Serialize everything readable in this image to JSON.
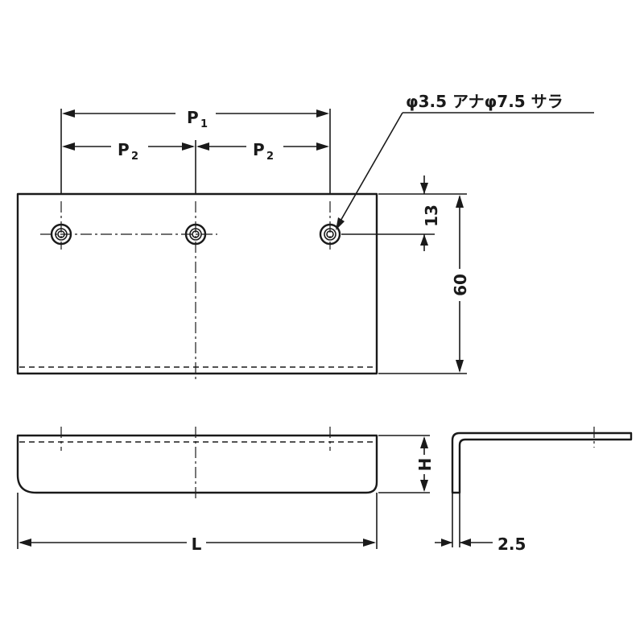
{
  "dimensions": {
    "p1": {
      "main": "P",
      "sub": "1"
    },
    "p2_left": {
      "main": "P",
      "sub": "2"
    },
    "p2_right": {
      "main": "P",
      "sub": "2"
    },
    "hole_offset": "13",
    "height": "60",
    "flange_height": "H",
    "length": "L",
    "thickness": "2.5"
  },
  "hole_note": "φ3.5 アナφ7.5 サラ"
}
